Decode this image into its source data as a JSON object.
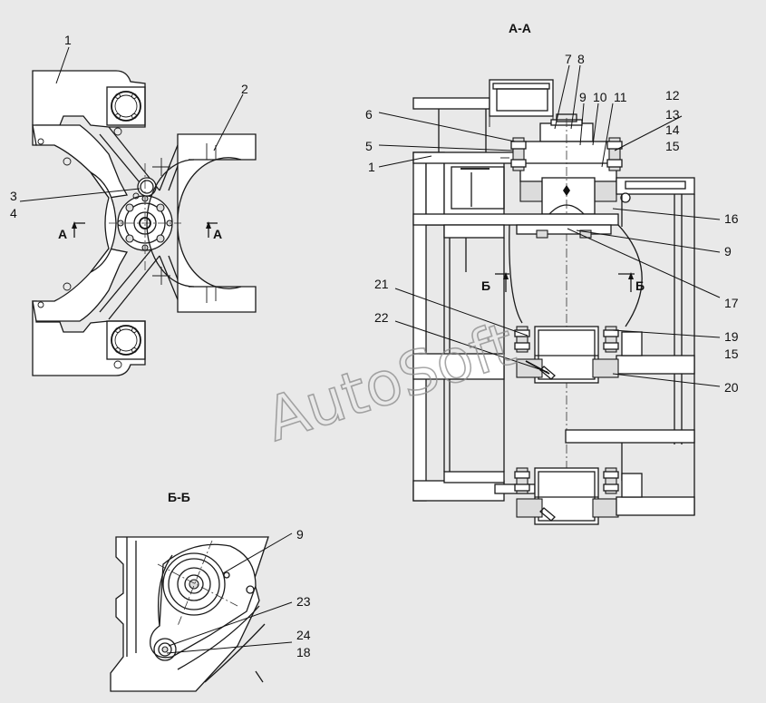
{
  "view_titles": {
    "section_aa": "А-А",
    "section_bb": "Б-Б"
  },
  "section_marks": {
    "a_left": "А",
    "a_right": "А",
    "b_left": "Б",
    "b_right": "Б"
  },
  "callouts_left": {
    "c1": "1",
    "c2": "2",
    "c3": "3",
    "c4": "4"
  },
  "callouts_aa": {
    "c7": "7",
    "c8": "8",
    "c9": "9",
    "c10": "10",
    "c11": "11",
    "c12": "12",
    "c13": "13",
    "c14": "14",
    "c15": "15",
    "c6": "6",
    "c5": "5",
    "c1": "1",
    "c16": "16",
    "c9b": "9",
    "c17": "17",
    "c21": "21",
    "c22": "22",
    "c19": "19",
    "c15b": "15",
    "c20": "20"
  },
  "callouts_bb": {
    "c9": "9",
    "c23": "23",
    "c24": "24",
    "c18": "18"
  },
  "watermark": "AutoSoft"
}
